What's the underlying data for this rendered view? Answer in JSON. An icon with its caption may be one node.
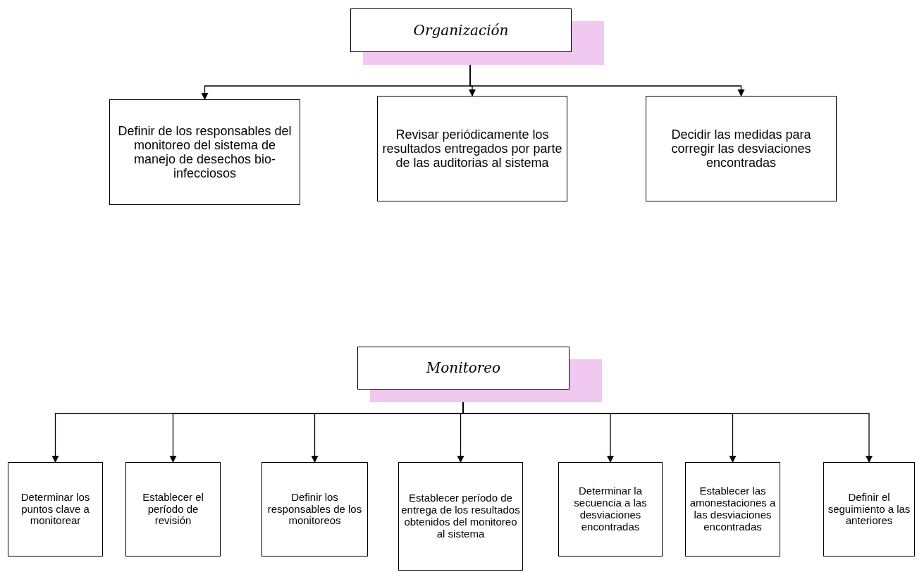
{
  "diagram": {
    "nodes": [
      {
        "text": [
          "Organización"
        ]
      },
      {
        "text": [
          "Definir de los responsables del monitoreo del sistema de manejo de desechos bio-infecciosos"
        ]
      },
      {
        "text": [
          "Revisar periódicamente los resultados entregados por parte de las auditorias al sistema"
        ]
      },
      {
        "text": [
          "Decidir las medidas para corregir las desviaciones encontradas"
        ]
      },
      {
        "text": [
          "Monitoreo"
        ]
      },
      {
        "text": [
          "Determinar los puntos clave a monitorear"
        ]
      },
      {
        "text": [
          "Establecer el período de revisión"
        ]
      },
      {
        "text": [
          "Definir los responsables de los monitoreos"
        ]
      },
      {
        "text": [
          "Establecer período de entrega de los resultados obtenidos del monitoreo al sistema"
        ]
      },
      {
        "text": [
          "Determinar la secuencia a las desviaciones encontradas"
        ]
      },
      {
        "text": [
          "Establecer las amonestaciones a las desviaciones encontradas"
        ]
      },
      {
        "text": [
          "Definir el seguimiento a las anteriores"
        ]
      }
    ],
    "edges": [
      {
        "from": 0,
        "to": 1,
        "arrow": "to"
      },
      {
        "from": 0,
        "to": 2,
        "arrow": "to"
      },
      {
        "from": 0,
        "to": 3,
        "arrow": "to"
      },
      {
        "from": 4,
        "to": 5,
        "arrow": "to"
      },
      {
        "from": 4,
        "to": 6,
        "arrow": "to"
      },
      {
        "from": 4,
        "to": 7,
        "arrow": "to"
      },
      {
        "from": 4,
        "to": 8,
        "arrow": "to"
      },
      {
        "from": 4,
        "to": 9,
        "arrow": "to"
      },
      {
        "from": 4,
        "to": 10,
        "arrow": "to"
      },
      {
        "from": 4,
        "to": 11,
        "arrow": "to"
      }
    ]
  }
}
